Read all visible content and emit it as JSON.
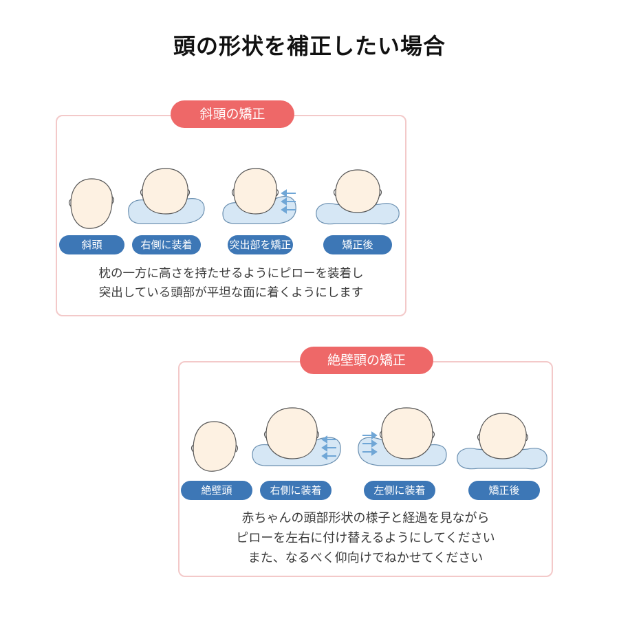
{
  "title": "頭の形状を補正したい場合",
  "colors": {
    "tag": "#ee6868",
    "label": "#3d77b6",
    "border": "#f3c9c9",
    "head": "#fdf1e2",
    "pillow": "#d6e7f5",
    "arrow": "#6fa6d6"
  },
  "section1": {
    "tag": "斜頭の矯正",
    "steps": [
      "斜頭",
      "右側に装着",
      "突出部を矯正",
      "矯正後"
    ],
    "caption_lines": [
      "枕の一方に高さを持たせるようにピローを装着し",
      "突出している頭部が平坦な面に着くようにします"
    ]
  },
  "section2": {
    "tag": "絶壁頭の矯正",
    "steps": [
      "絶壁頭",
      "右側に装着",
      "左側に装着",
      "矯正後"
    ],
    "caption_lines": [
      "赤ちゃんの頭部形状の様子と経過を見ながら",
      "ピローを左右に付け替えるようにしてください",
      "また、なるべく仰向けでねかせてください"
    ]
  }
}
